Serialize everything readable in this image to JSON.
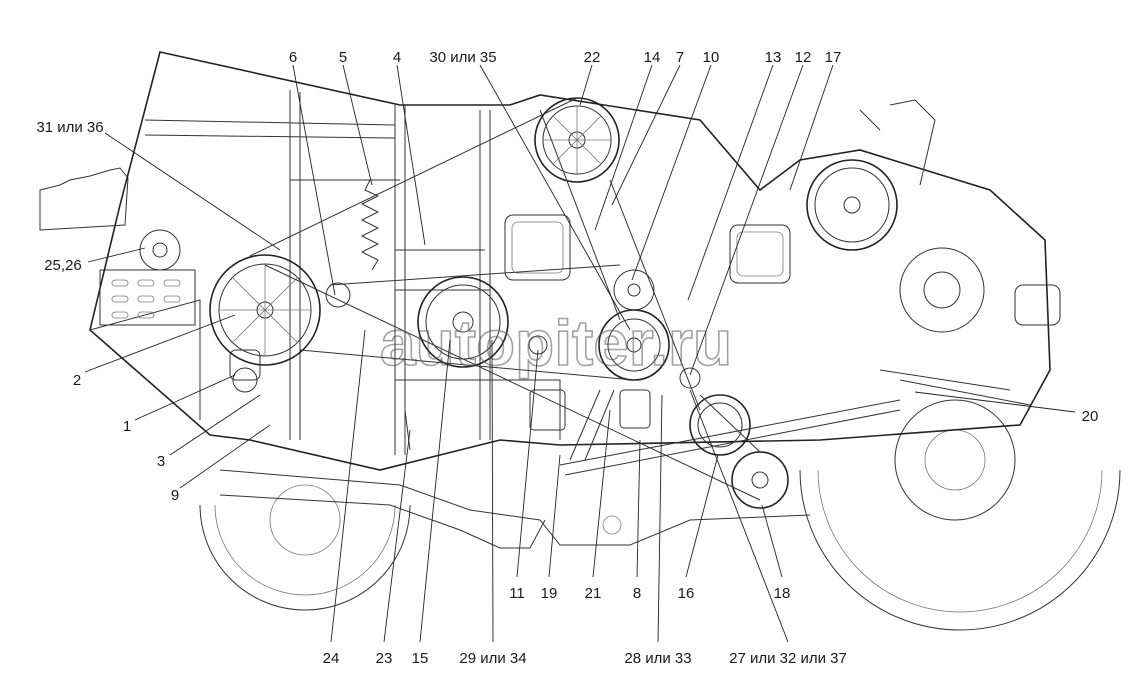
{
  "watermark": "autopiter.ru",
  "callouts": {
    "c6": "6",
    "c5": "5",
    "c4": "4",
    "c30_35": "30 или 35",
    "c22": "22",
    "c14": "14",
    "c7": "7",
    "c10": "10",
    "c13": "13",
    "c12": "12",
    "c17": "17",
    "c31_36": "31 или 36",
    "c25_26": "25,26",
    "c2": "2",
    "c1": "1",
    "c3": "3",
    "c9": "9",
    "c20": "20",
    "c11": "11",
    "c19": "19",
    "c21": "21",
    "c8": "8",
    "c16": "16",
    "c18": "18",
    "c24": "24",
    "c23": "23",
    "c15": "15",
    "c29_34": "29 или 34",
    "c28_33": "28 или 33",
    "c27_32_37": "27 или 32 или 37"
  }
}
